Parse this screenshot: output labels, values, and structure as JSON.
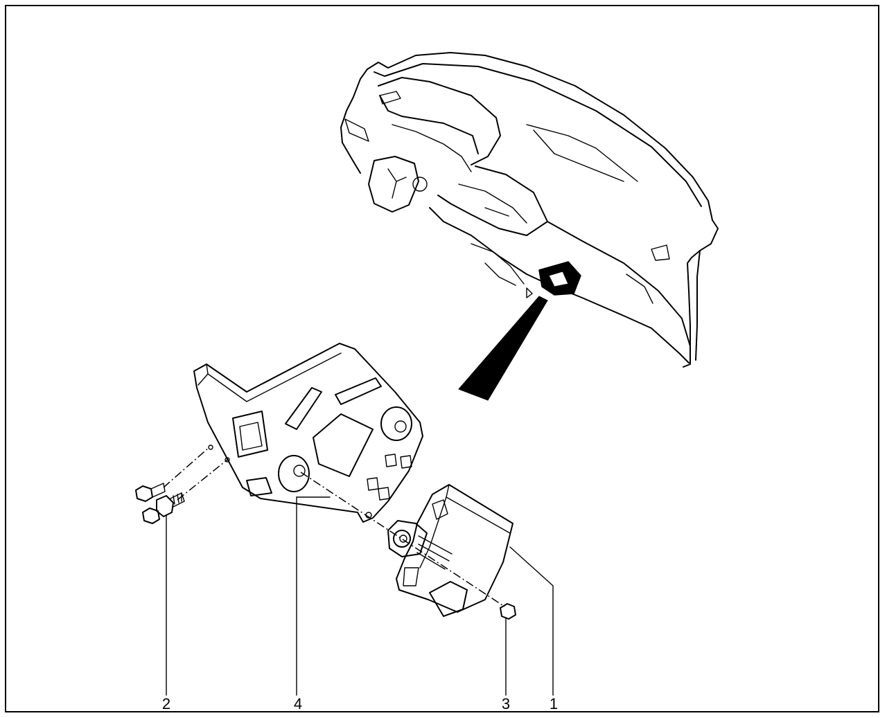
{
  "diagram": {
    "callouts": [
      {
        "id": "callout-1",
        "number": "1"
      },
      {
        "id": "callout-2",
        "number": "2"
      },
      {
        "id": "callout-3",
        "number": "3"
      },
      {
        "id": "callout-4",
        "number": "4"
      }
    ],
    "icons": {
      "dashboard": "instrument-panel-illustration",
      "bracket": "mounting-bracket-illustration",
      "module": "control-module-illustration",
      "bolts": "bolt-illustration",
      "nut": "nut-illustration",
      "pointer": "location-pointer-wedge"
    },
    "colors": {
      "line": "#000000",
      "background": "#ffffff"
    }
  }
}
